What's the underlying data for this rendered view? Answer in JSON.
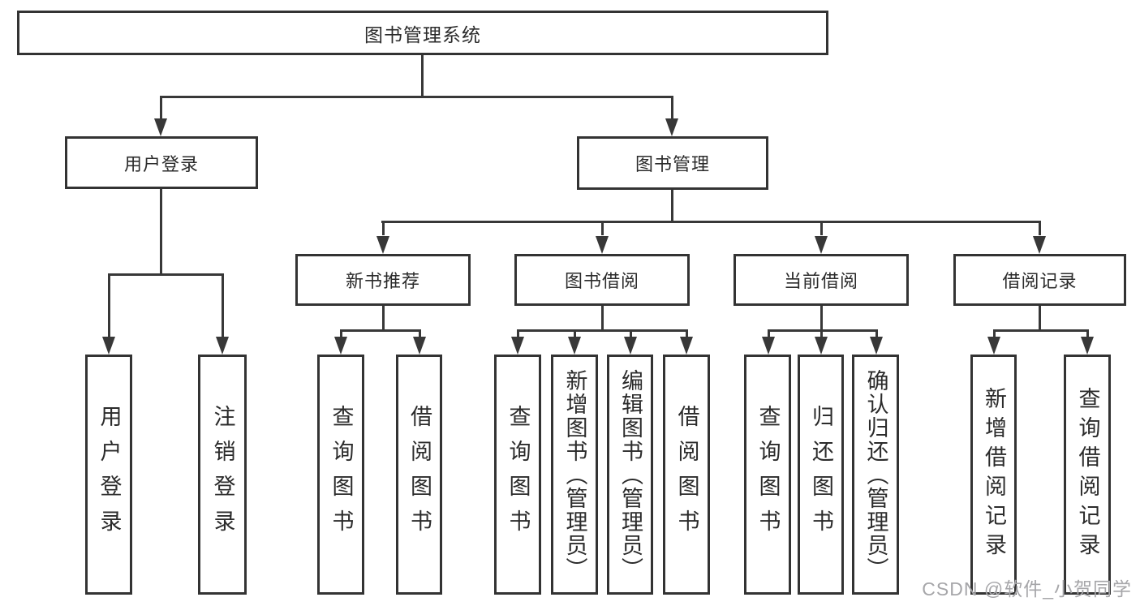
{
  "diagram": {
    "root": {
      "label": "图书管理系统"
    },
    "branches": [
      {
        "label": "用户登录",
        "children": [
          {
            "label": "用户登录"
          },
          {
            "label": "注销登录"
          }
        ]
      },
      {
        "label": "图书管理",
        "children": [
          {
            "label": "新书推荐",
            "children": [
              {
                "label": "查询图书"
              },
              {
                "label": "借阅图书"
              }
            ]
          },
          {
            "label": "图书借阅",
            "children": [
              {
                "label": "查询图书"
              },
              {
                "label": "新增图书（管理员）"
              },
              {
                "label": "编辑图书（管理员）"
              },
              {
                "label": "借阅图书"
              }
            ]
          },
          {
            "label": "当前借阅",
            "children": [
              {
                "label": "查询图书"
              },
              {
                "label": "归还图书"
              },
              {
                "label": "确认归还（管理员）"
              }
            ]
          },
          {
            "label": "借阅记录",
            "children": [
              {
                "label": "新增借阅记录"
              },
              {
                "label": "查询借阅记录"
              }
            ]
          }
        ]
      }
    ],
    "watermark": "CSDN @软件_小贺同学",
    "colors": {
      "line": "#383838",
      "box_border": "#333333",
      "box_fill": "#ffffff",
      "text": "#2b2b2b",
      "watermark": "#a6a6a9"
    }
  }
}
